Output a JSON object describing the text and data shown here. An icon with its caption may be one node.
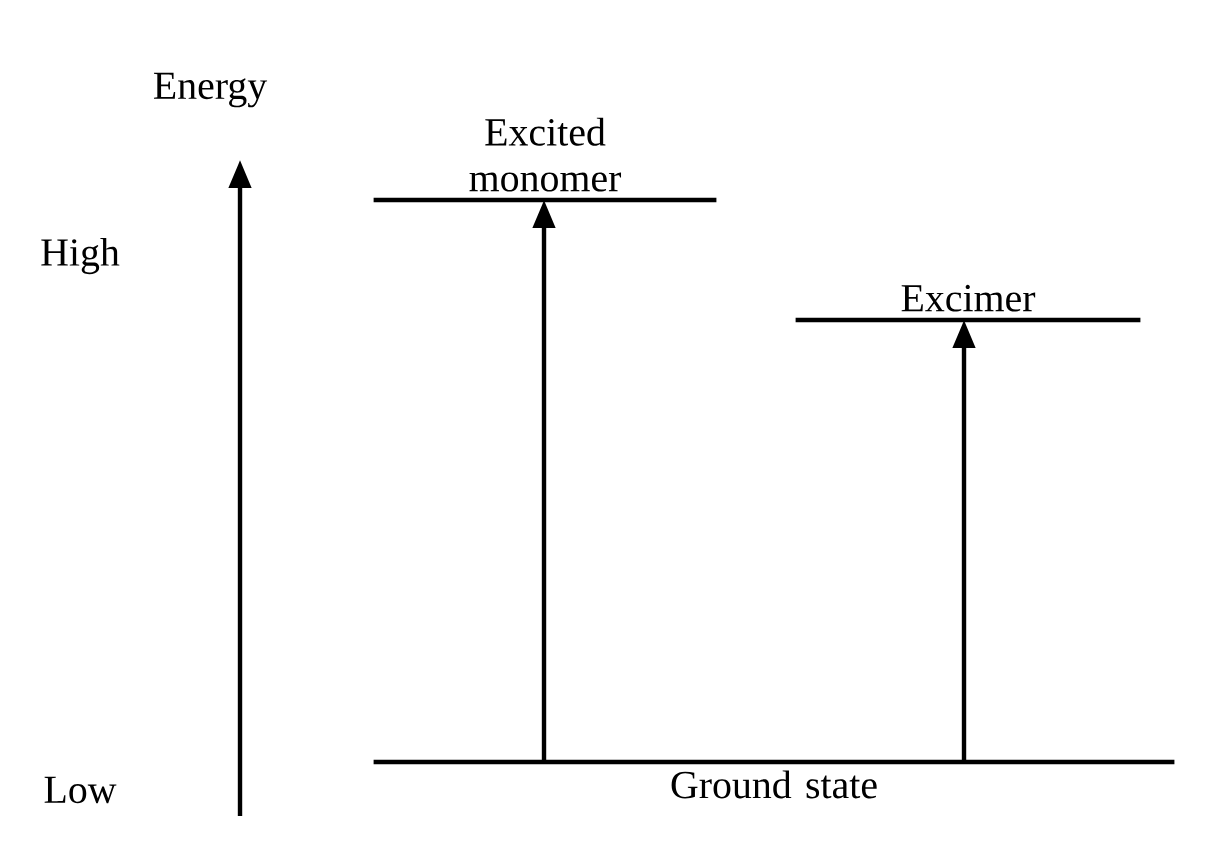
{
  "diagram": {
    "nodes": [
      {
        "text": [
          "Excited monomer"
        ]
      },
      {
        "text": [
          "Excimer"
        ]
      },
      {
        "text": [
          "Ground state"
        ]
      }
    ],
    "edges": [
      {
        "from": 2,
        "to": 0,
        "arrow": "to"
      },
      {
        "from": 2,
        "to": 1,
        "arrow": "to"
      }
    ],
    "labels": [
      "Energy",
      "High",
      "Low"
    ]
  }
}
